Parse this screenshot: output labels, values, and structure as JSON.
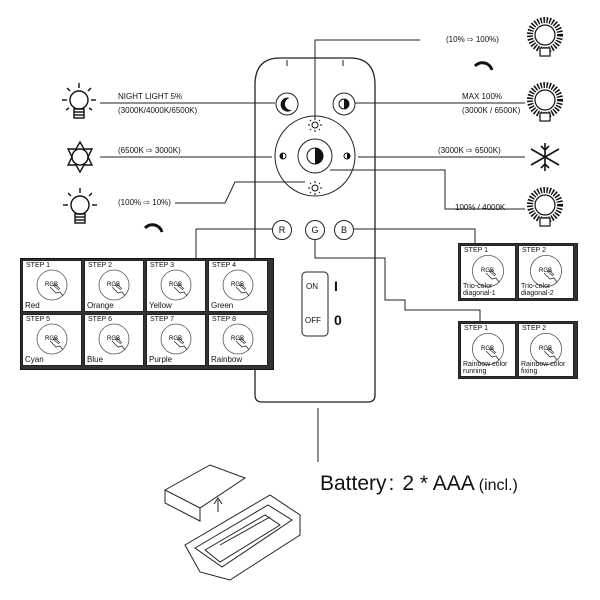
{
  "labels": {
    "dim_up": "(10% ⇨ 100%)",
    "night_light": "NIGHT LIGHT 5%",
    "night_light_cct": "(3000K/4000K/6500K)",
    "max": "MAX 100%",
    "max_cct": "(3000K / 6500K)",
    "cct_left": "(6500K ⇨ 3000K)",
    "cct_right": "(3000K ⇨ 6500K)",
    "dim_down": "(100% ⇨ 10%)",
    "default": "100% / 4000K"
  },
  "remote": {
    "rgb_buttons": [
      "R",
      "G",
      "B"
    ],
    "switch_on": "ON",
    "switch_off": "OFF",
    "switch_on_symbol": "I",
    "switch_off_symbol": "0"
  },
  "r_steps": [
    {
      "step": "STEP 1",
      "name": "Red"
    },
    {
      "step": "STEP 2",
      "name": "Orange"
    },
    {
      "step": "STEP 3",
      "name": "Yellow"
    },
    {
      "step": "STEP 4",
      "name": "Green"
    },
    {
      "step": "STEP 5",
      "name": "Cyan"
    },
    {
      "step": "STEP 6",
      "name": "Blue"
    },
    {
      "step": "STEP 7",
      "name": "Purple"
    },
    {
      "step": "STEP 8",
      "name": "Rainbow"
    }
  ],
  "b_steps": [
    {
      "step": "STEP 1",
      "name": "Trio-color diagonal-1"
    },
    {
      "step": "STEP 2",
      "name": "Trio-color diagonal-2"
    }
  ],
  "g_steps": [
    {
      "step": "STEP 1",
      "name": "Rainbow color running"
    },
    {
      "step": "STEP 2",
      "name": "Rainbow color fixing"
    }
  ],
  "touch_label": "RGB",
  "battery": {
    "text": "Battery",
    "sep": ":",
    "spec": "2 * AAA",
    "incl": "(incl.)"
  },
  "icons": [
    "bulb-rays-icon",
    "sun-outline-icon",
    "bulb-rays-icon",
    "bulb-bright-icon",
    "bulb-bright-icon",
    "snowflake-icon",
    "bulb-bright-icon",
    "moon-icon",
    "half-circle-icon",
    "sun-small-icon",
    "touch-hand-icon",
    "battery-cover-icon"
  ]
}
